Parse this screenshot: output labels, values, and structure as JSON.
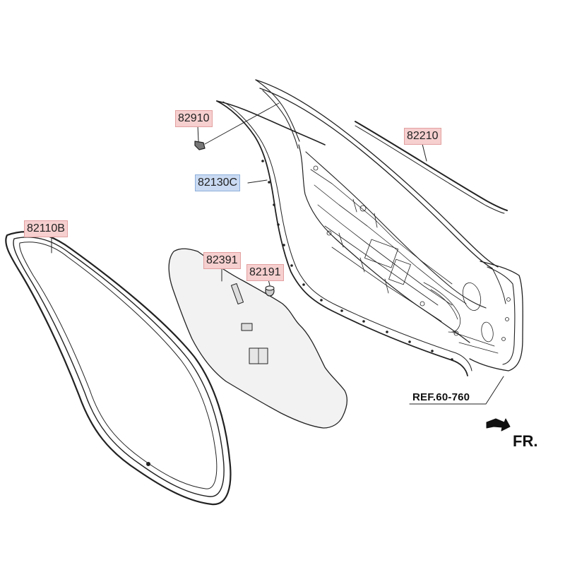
{
  "parts": [
    {
      "id": "82910",
      "label": "82910",
      "highlight": false
    },
    {
      "id": "82130C",
      "label": "82130C",
      "highlight": true
    },
    {
      "id": "82110B",
      "label": "82110B",
      "highlight": false
    },
    {
      "id": "82210",
      "label": "82210",
      "highlight": false
    },
    {
      "id": "82391",
      "label": "82391",
      "highlight": false
    },
    {
      "id": "82191",
      "label": "82191",
      "highlight": false
    }
  ],
  "reference": "REF.60-760",
  "direction": "FR.",
  "colors": {
    "label_bg": "#f6cfcf",
    "label_border": "#e3a0a0",
    "highlight_bg": "#c9daf2",
    "line": "#222222"
  }
}
